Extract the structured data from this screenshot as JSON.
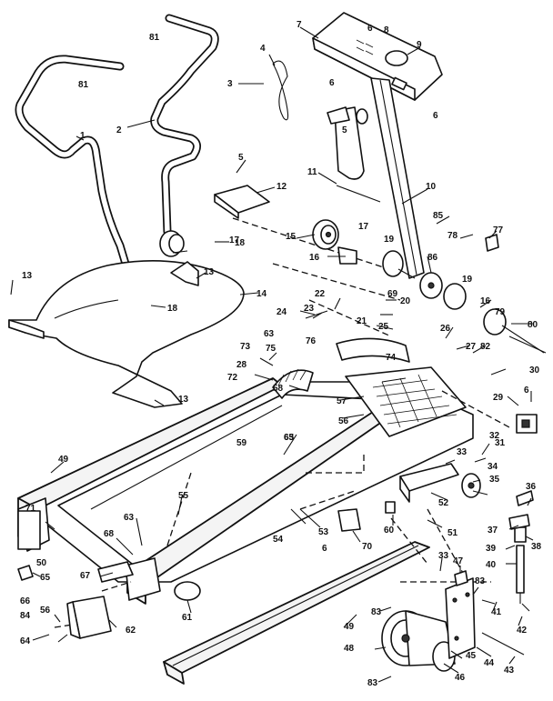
{
  "callouts": [
    "1",
    "2",
    "3",
    "4",
    "5",
    "5",
    "6",
    "6",
    "6",
    "6",
    "6",
    "7",
    "8",
    "9",
    "10",
    "11",
    "12",
    "13",
    "13",
    "13",
    "14",
    "15",
    "16",
    "16",
    "17",
    "17",
    "18",
    "18",
    "19",
    "19",
    "20",
    "21",
    "22",
    "23",
    "24",
    "25",
    "26",
    "27",
    "28",
    "29",
    "30",
    "31",
    "32",
    "33",
    "33",
    "34",
    "35",
    "36",
    "37",
    "38",
    "39",
    "40",
    "41",
    "42",
    "43",
    "44",
    "45",
    "46",
    "47",
    "48",
    "49",
    "49",
    "50",
    "51",
    "52",
    "53",
    "54",
    "55",
    "56",
    "56",
    "57",
    "58",
    "59",
    "60",
    "61",
    "62",
    "63",
    "63",
    "63",
    "64",
    "65",
    "65",
    "66",
    "67",
    "68",
    "69",
    "70",
    "71",
    "72",
    "73",
    "74",
    "75",
    "76",
    "77",
    "78",
    "79",
    "80",
    "81",
    "81",
    "82",
    "83",
    "83",
    "83",
    "84",
    "85",
    "86"
  ]
}
